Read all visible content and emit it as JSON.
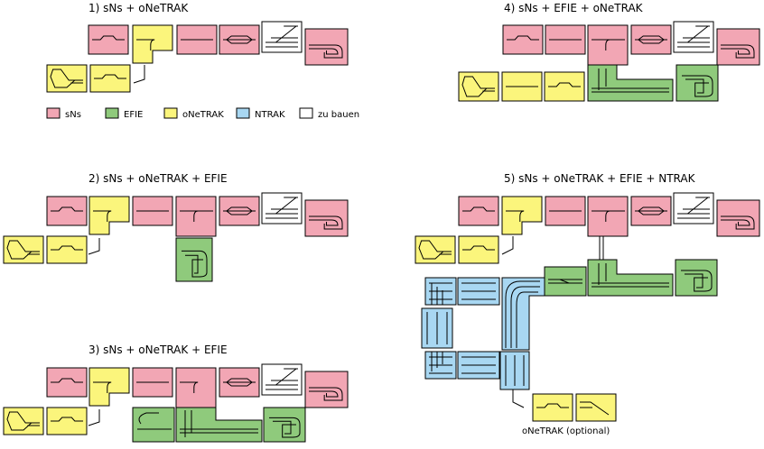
{
  "colors": {
    "sNs": "#f2a6b4",
    "EFIE": "#8fca7c",
    "oNeTRAK": "#fbf57c",
    "NTRAK": "#a8d7f2",
    "zu_bauen": "#ffffff",
    "outline": "#000000"
  },
  "diagrams": {
    "d1": {
      "title": "1)  sNs  +  oNeTRAK"
    },
    "d2": {
      "title": "2)  sNs  +  oNeTRAK  +  EFIE"
    },
    "d3": {
      "title": "3)  sNs  +  oNeTRAK  +  EFIE"
    },
    "d4": {
      "title": "4)  sNs  +  EFIE  +  oNeTRAK"
    },
    "d5": {
      "title": "5)  sNs  +  oNeTRAK  +  EFIE  +  NTRAK",
      "optional_note": "oNeTRAK  (optional)"
    }
  },
  "legend": {
    "items": [
      {
        "label": "sNs",
        "color": "#f2a6b4"
      },
      {
        "label": "EFIE",
        "color": "#8fca7c"
      },
      {
        "label": "oNeTRAK",
        "color": "#fbf57c"
      },
      {
        "label": "NTRAK",
        "color": "#a8d7f2"
      },
      {
        "label": "zu bauen",
        "color": "#ffffff"
      }
    ]
  }
}
